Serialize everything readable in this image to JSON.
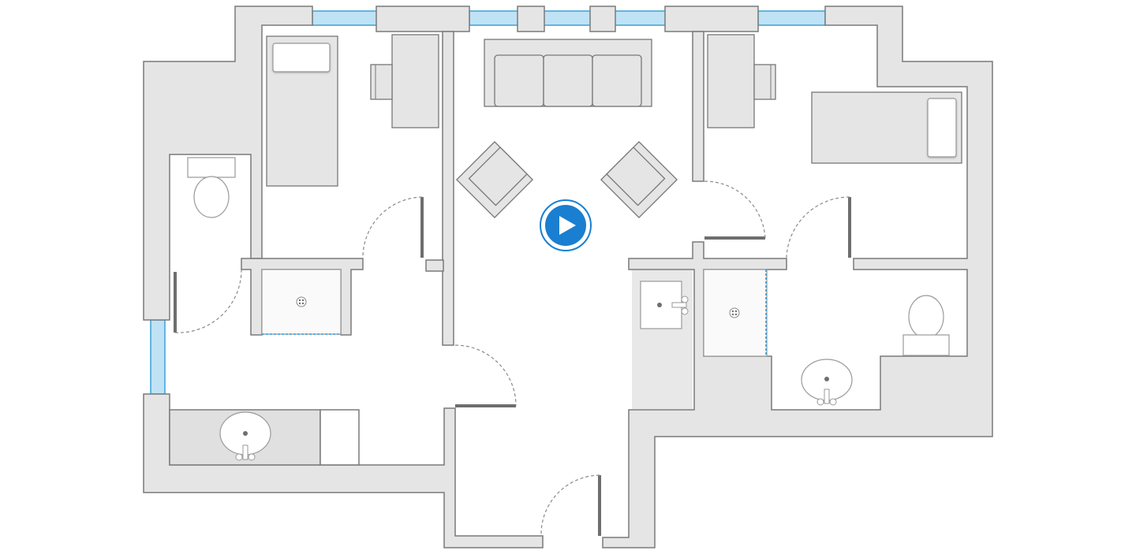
{
  "plan": {
    "colors": {
      "wall_fill": "#e5e5e5",
      "wall_stroke": "#7a7a7a",
      "window": "#3aa2d8",
      "glass_divider": "#2f9ee0",
      "play_button": "#1a7fd0"
    },
    "rooms": [
      "bedroom-left",
      "bedroom-right",
      "living-room",
      "bathroom-left",
      "bathroom-right",
      "shower-left",
      "shower-right",
      "entry-corridor"
    ],
    "play_button": {
      "icon": "play-icon"
    }
  }
}
